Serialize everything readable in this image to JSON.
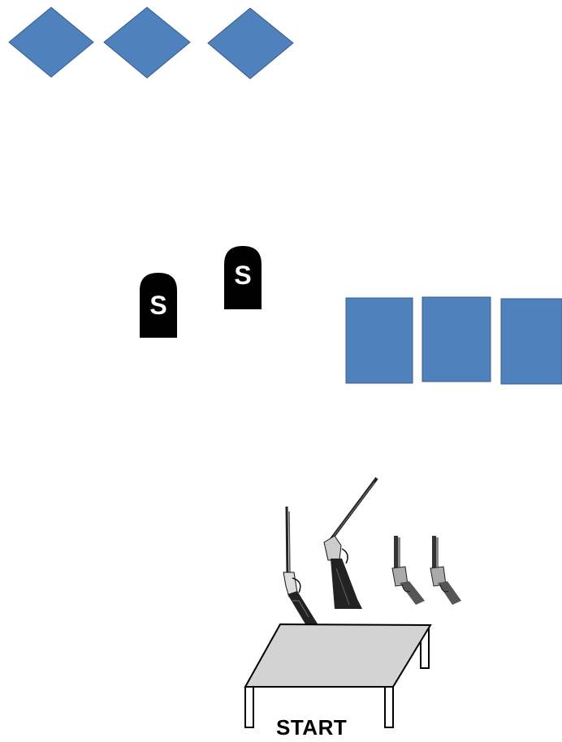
{
  "colors": {
    "target_fill": "#4f81bd",
    "target_stroke": "#385d8a",
    "popper_fill": "#000000",
    "popper_text": "#ffffff",
    "table_top": "#d3d3d3",
    "table_edge": "#000000"
  },
  "steel_targets": [
    {
      "label": "S"
    },
    {
      "label": "S"
    }
  ],
  "diamond_targets": {
    "count": 3,
    "shape": "diamond"
  },
  "rectangle_targets": {
    "count": 3,
    "shape": "rectangle"
  },
  "firearms": [
    {
      "icon": "lever-action-rifle-icon"
    },
    {
      "icon": "shotgun-icon"
    },
    {
      "icon": "revolver-icon"
    },
    {
      "icon": "revolver-icon"
    }
  ],
  "start_table": {
    "label": "START"
  }
}
